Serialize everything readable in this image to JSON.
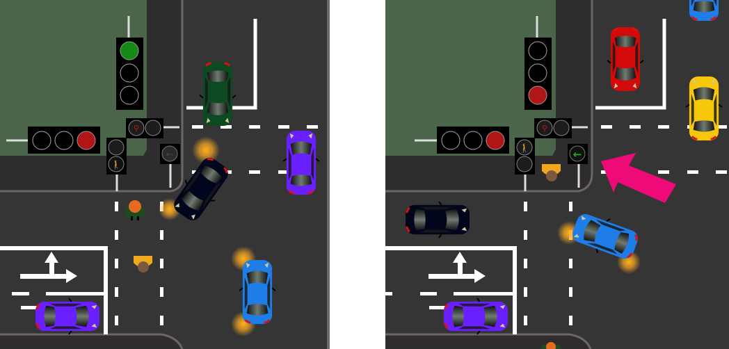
{
  "colors": {
    "road": "#353535",
    "sidewalk": "#2e2c2d",
    "grass": "#4b654b",
    "curb": "#6d6566",
    "marking": "#ffffff",
    "signal_housing": "#000000",
    "light_red": "#b01616",
    "light_green": "#138a13",
    "highlight_arrow": "#ee0a77",
    "glow": "#f5a623"
  },
  "panels": [
    {
      "id": "before",
      "signals": {
        "vertical_main": [
          "green",
          "off",
          "off"
        ],
        "horizontal_main": [
          "off",
          "off",
          "red"
        ],
        "bicycle_horizontal": [
          "red-bike",
          "off"
        ],
        "pedestrian_bicycle_vertical": [
          "off",
          "green-ped-bike"
        ],
        "left_turn_arrow": "off"
      },
      "vehicles": [
        {
          "name": "green-car",
          "color": "#0c4a22",
          "heading": "down"
        },
        {
          "name": "purple-car-right",
          "color": "#6a1fff",
          "heading": "up"
        },
        {
          "name": "dark-car-turning",
          "color": "#01061c",
          "heading": "down-left",
          "indicator": "left"
        },
        {
          "name": "blue-car",
          "color": "#1e7de6",
          "heading": "up",
          "indicator": "left"
        },
        {
          "name": "purple-car-bottom",
          "color": "#6a1fff",
          "heading": "right"
        }
      ],
      "pedestrians": [
        {
          "name": "pedestrian-orange-head",
          "position": "crosswalk-top"
        },
        {
          "name": "pedestrian-yellow-shirt",
          "position": "crosswalk-middle"
        }
      ],
      "lane_arrow": "straight-and-right"
    },
    {
      "id": "after",
      "signals": {
        "vertical_main": [
          "off",
          "off",
          "red"
        ],
        "horizontal_main": [
          "off",
          "off",
          "red"
        ],
        "bicycle_horizontal": [
          "red-bike",
          "off"
        ],
        "pedestrian_bicycle_vertical": [
          "red-ped-bike",
          "off"
        ],
        "left_turn_arrow": "green"
      },
      "vehicles": [
        {
          "name": "blue-car-top",
          "color": "#1e7de6",
          "heading": "up"
        },
        {
          "name": "red-car",
          "color": "#d30a0a",
          "heading": "down"
        },
        {
          "name": "yellow-car",
          "color": "#f7c80a",
          "heading": "up"
        },
        {
          "name": "dark-car",
          "color": "#01061c",
          "heading": "right"
        },
        {
          "name": "blue-car-turning",
          "color": "#1e7de6",
          "heading": "left",
          "indicator": "left"
        },
        {
          "name": "purple-car-bottom",
          "color": "#6a1fff",
          "heading": "right"
        }
      ],
      "pedestrians": [
        {
          "name": "pedestrian-yellow-shirt",
          "position": "sidewalk-corner"
        },
        {
          "name": "pedestrian-orange-head",
          "position": "bottom-edge"
        }
      ],
      "highlight": "pink-arrow-pointing-up-left",
      "lane_arrow": "straight-and-right"
    }
  ]
}
